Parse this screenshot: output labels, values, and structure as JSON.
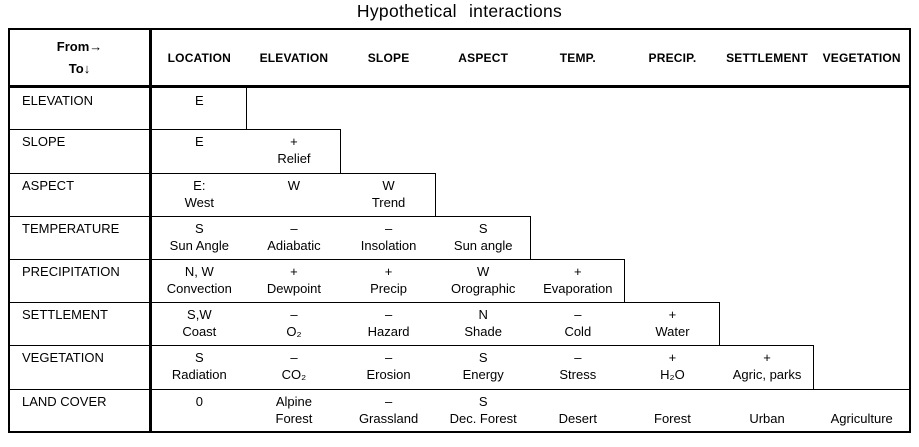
{
  "title": "Hypothetical interactions",
  "corner": {
    "from": "From→",
    "to": "To↓"
  },
  "columns": [
    "LOCATION",
    "ELEVATION",
    "SLOPE",
    "ASPECT",
    "TEMP.",
    "PRECIP.",
    "SETTLEMENT",
    "VEGETATION"
  ],
  "rows": [
    {
      "label": "ELEVATION",
      "cells": [
        {
          "l1": "E",
          "l2": ""
        }
      ]
    },
    {
      "label": "SLOPE",
      "cells": [
        {
          "l1": "E",
          "l2": ""
        },
        {
          "l1": "+",
          "l2": "Relief"
        }
      ]
    },
    {
      "label": "ASPECT",
      "cells": [
        {
          "l1": "E:",
          "l2": "West"
        },
        {
          "l1": "W",
          "l2": ""
        },
        {
          "l1": "W",
          "l2": "Trend"
        }
      ]
    },
    {
      "label": "TEMPERATURE",
      "cells": [
        {
          "l1": "S",
          "l2": "Sun Angle"
        },
        {
          "l1": "–",
          "l2": "Adiabatic"
        },
        {
          "l1": "–",
          "l2": "Insolation"
        },
        {
          "l1": "S",
          "l2": "Sun angle"
        }
      ]
    },
    {
      "label": "PRECIPITATION",
      "cells": [
        {
          "l1": "N, W",
          "l2": "Convection"
        },
        {
          "l1": "+",
          "l2": "Dewpoint"
        },
        {
          "l1": "+",
          "l2": "Precip"
        },
        {
          "l1": "W",
          "l2": "Orographic"
        },
        {
          "l1": "+",
          "l2": "Evaporation"
        }
      ]
    },
    {
      "label": "SETTLEMENT",
      "cells": [
        {
          "l1": "S,W",
          "l2": "Coast"
        },
        {
          "l1": "–",
          "l2": "O₂"
        },
        {
          "l1": "–",
          "l2": "Hazard"
        },
        {
          "l1": "N",
          "l2": "Shade"
        },
        {
          "l1": "–",
          "l2": "Cold"
        },
        {
          "l1": "+",
          "l2": "Water"
        }
      ]
    },
    {
      "label": "VEGETATION",
      "cells": [
        {
          "l1": "S",
          "l2": "Radiation"
        },
        {
          "l1": "–",
          "l2": "CO₂"
        },
        {
          "l1": "–",
          "l2": "Erosion"
        },
        {
          "l1": "S",
          "l2": "Energy"
        },
        {
          "l1": "–",
          "l2": "Stress"
        },
        {
          "l1": "+",
          "l2": "H₂O"
        },
        {
          "l1": "+",
          "l2": "Agric, parks"
        }
      ]
    },
    {
      "label": "LAND COVER",
      "cells": [
        {
          "l1": "0",
          "l2": ""
        },
        {
          "l1": "Alpine",
          "l2": "Forest"
        },
        {
          "l1": "–",
          "l2": "Grassland"
        },
        {
          "l1": "S",
          "l2": "Dec. Forest"
        },
        {
          "l1": "",
          "l2": "Desert"
        },
        {
          "l1": "",
          "l2": "Forest"
        },
        {
          "l1": "",
          "l2": "Urban"
        },
        {
          "l1": "",
          "l2": "Agriculture"
        }
      ]
    }
  ],
  "colors": {
    "text": "#000000",
    "border": "#000000",
    "background": "#ffffff"
  }
}
